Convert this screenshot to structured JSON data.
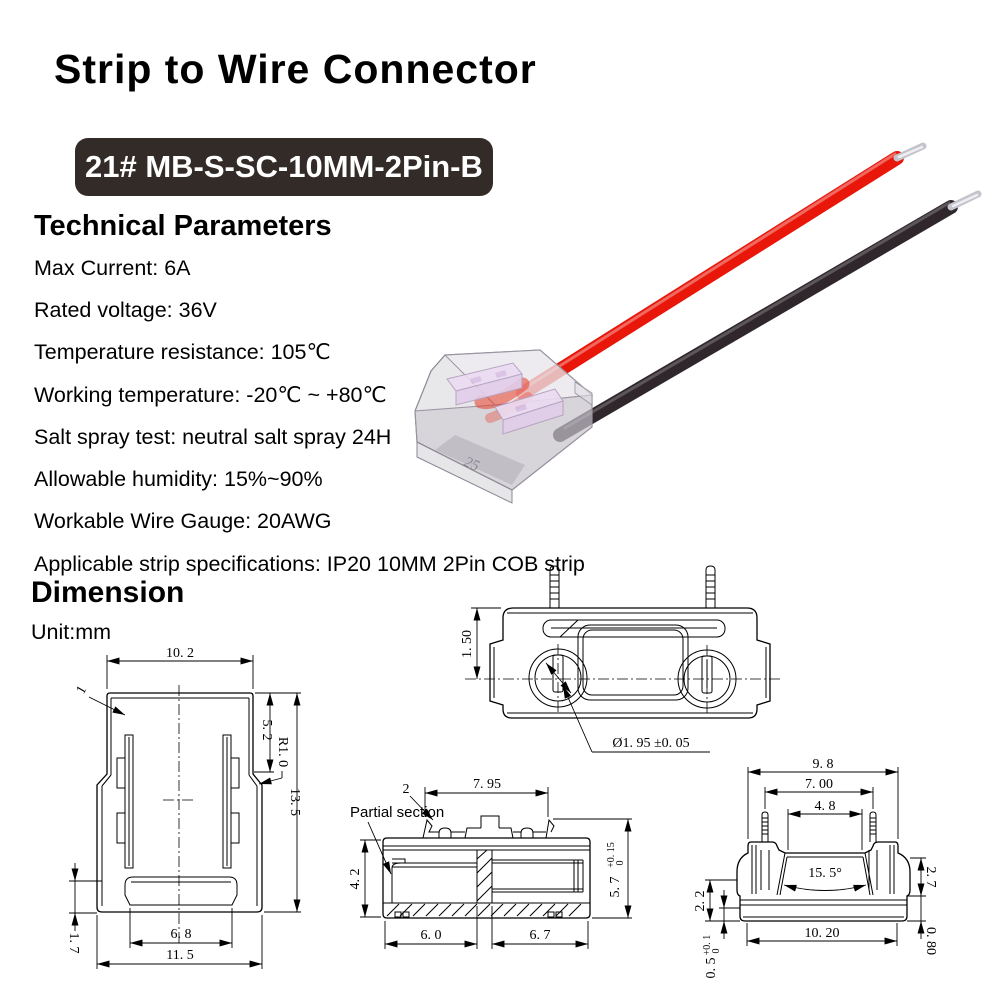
{
  "page": {
    "title": "Strip to Wire Connector",
    "model_badge": "21# MB-S-SC-10MM-2Pin-B"
  },
  "technical": {
    "heading": "Technical Parameters",
    "items": [
      "Max Current: 6A",
      "Rated voltage: 36V",
      "Temperature resistance: 105℃",
      "Working temperature: -20℃ ~ +80℃",
      "Salt spray test: neutral salt spray 24H",
      "Allowable humidity: 15%~90%",
      "Workable Wire Gauge: 20AWG",
      "Applicable strip specifications: IP20 10MM 2Pin COB strip"
    ]
  },
  "dimension": {
    "heading": "Dimension",
    "unit": "Unit:mm"
  },
  "photo": {
    "marking": "25",
    "wire_red_color": "#e8170a",
    "wire_black_color": "#2f272c",
    "clip_pink_color": "#ecdbf2"
  },
  "colors": {
    "badge_bg": "#332b27",
    "text": "#000000",
    "linework": "#000000"
  },
  "dims": {
    "top_view": {
      "width_top": "10. 2",
      "item_callout": "1",
      "depth_top": "5. 2",
      "corner_radius": "R1. 0",
      "length_total": "13. 5",
      "lip_height": "1. 7",
      "slot_width_bottom": "6. 8",
      "width_bottom": "11. 5"
    },
    "front_view": {
      "pin_height": "1. 50",
      "hole_diameter": "Ø1. 95 ±0. 05"
    },
    "section_view": {
      "width_top": "7. 95",
      "item_callout": "2",
      "partial_section_label": "Partial section",
      "cavity_height": "4. 2",
      "length_left": "6. 0",
      "length_right": "6. 7",
      "height_total": "5. 7",
      "height_tol_plus": "+0. 15",
      "height_tol_minus": "0"
    },
    "end_view": {
      "width_top": "9. 8",
      "pin_pitch": "7. 00",
      "slot_width": "4. 8",
      "draft_angle": "15. 5°",
      "height_left": "2. 2",
      "lip_left": "0. 5",
      "lip_left_tol_plus": "+0. 1",
      "lip_left_tol_minus": "0",
      "width_bottom": "10. 20",
      "height_right": "2. 7",
      "base_height": "0. 80"
    }
  }
}
